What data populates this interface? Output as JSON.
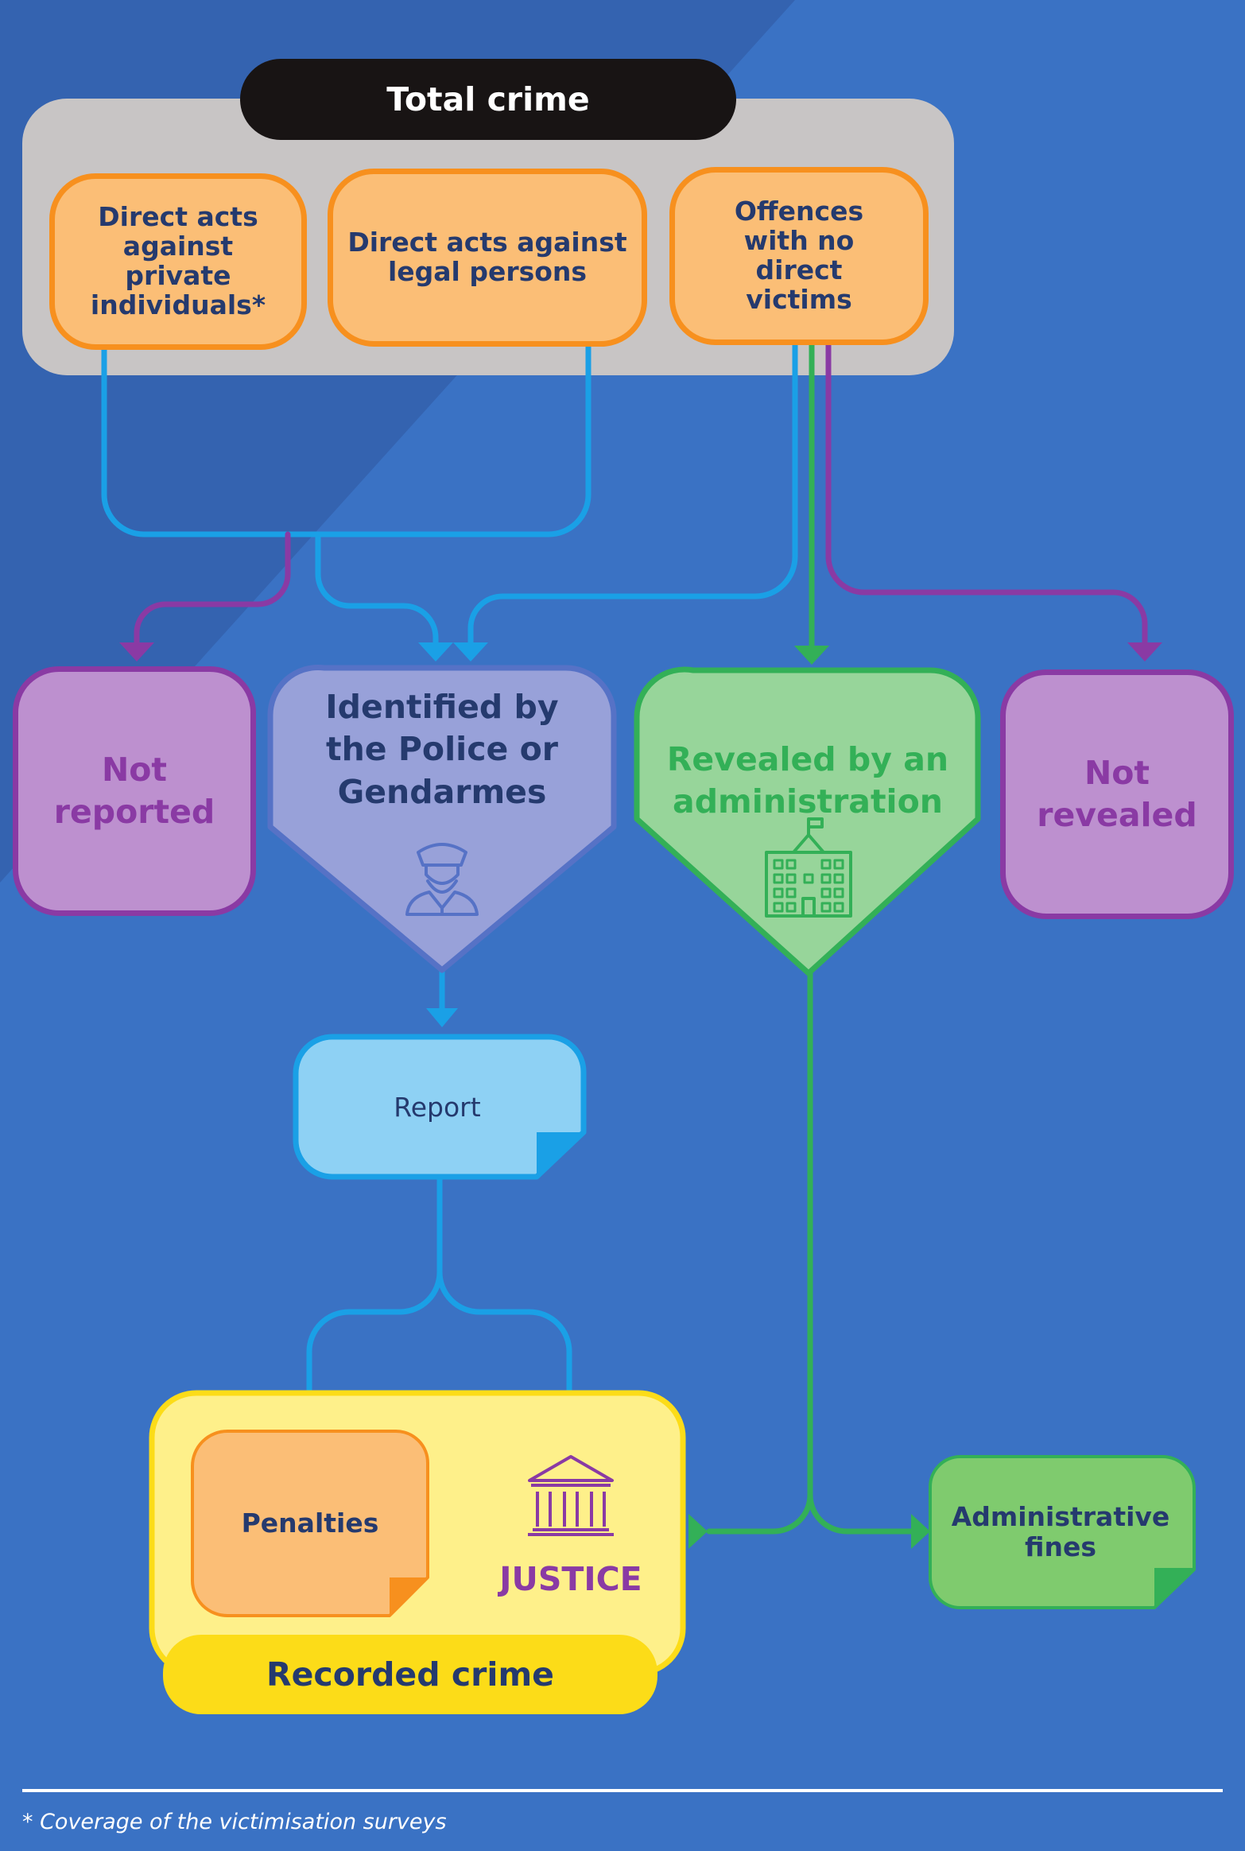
{
  "total_crime": {
    "title": "Total crime",
    "boxes": [
      {
        "label": "Direct acts against private individuals*"
      },
      {
        "label": "Direct acts against legal persons"
      },
      {
        "label": "Offences with no direct victims"
      }
    ]
  },
  "outcomes": {
    "not_reported": "Not reported",
    "police": "Identified by the Police or Gendarmes",
    "administration": "Revealed by an administration",
    "not_revealed": "Not revealed"
  },
  "report": "Report",
  "recorded": {
    "penalties": "Penalties",
    "justice": "JUSTICE",
    "title": "Recorded crime"
  },
  "admin_fines": "Administrative fines",
  "footnote": "* Coverage of the victimisation surveys",
  "colors": {
    "background": "#3a72c4",
    "orange": "#f7901e",
    "purple": "#8a3aa4",
    "blue": "#1aa0e6",
    "green": "#33b057",
    "yellow": "#fcdc18"
  }
}
